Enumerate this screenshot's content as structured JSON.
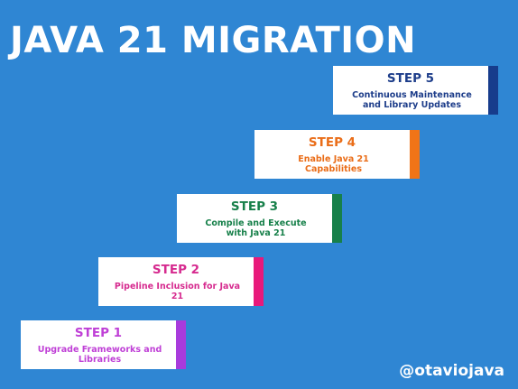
{
  "title": "JAVA 21 MIGRATION",
  "steps": [
    {
      "label": "STEP 1",
      "lines": [
        "Upgrade Frameworks and",
        "Libraries"
      ],
      "color": "#bf3fd6",
      "accent": "#a83bdc"
    },
    {
      "label": "STEP 2",
      "lines": [
        "Pipeline Inclusion for Java",
        "21"
      ],
      "color": "#d62b8f",
      "accent": "#e8197b"
    },
    {
      "label": "STEP 3",
      "lines": [
        "Compile and Execute",
        "with Java 21"
      ],
      "color": "#17804a",
      "accent": "#17804a"
    },
    {
      "label": "STEP 4",
      "lines": [
        "Enable Java 21",
        "Capabilities"
      ],
      "color": "#ea6d18",
      "accent": "#f07417"
    },
    {
      "label": "STEP 5",
      "lines": [
        "Continuous Maintenance",
        "and Library Updates"
      ],
      "color": "#1d3d8a",
      "accent": "#173c8c"
    }
  ],
  "watermark": "@otaviojava"
}
